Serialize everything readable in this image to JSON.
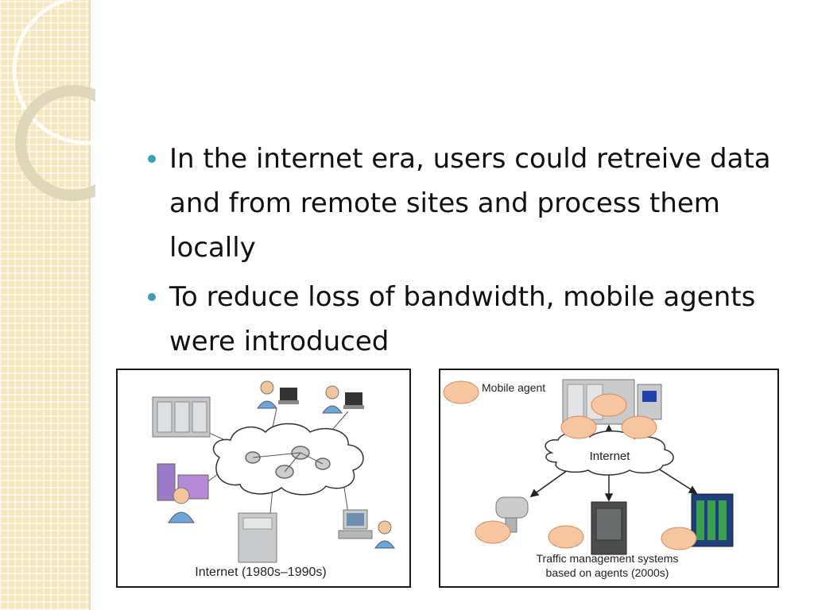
{
  "slide": {
    "bullets": [
      "In the internet era, users could retreive data and from remote sites and process them locally",
      "To reduce loss of bandwidth, mobile agents were introduced"
    ]
  },
  "figure_left": {
    "caption": "Internet (1980s–1990s)"
  },
  "figure_right": {
    "agent_label": "Mobile agent",
    "cloud_label": "Internet",
    "caption_line1": "Traffic management systems",
    "caption_line2": "based on agents (2000s)"
  },
  "colors": {
    "bullet": "#3e9cb5",
    "agent": "#f6c6a0",
    "side_band": "#f4e6bd"
  }
}
